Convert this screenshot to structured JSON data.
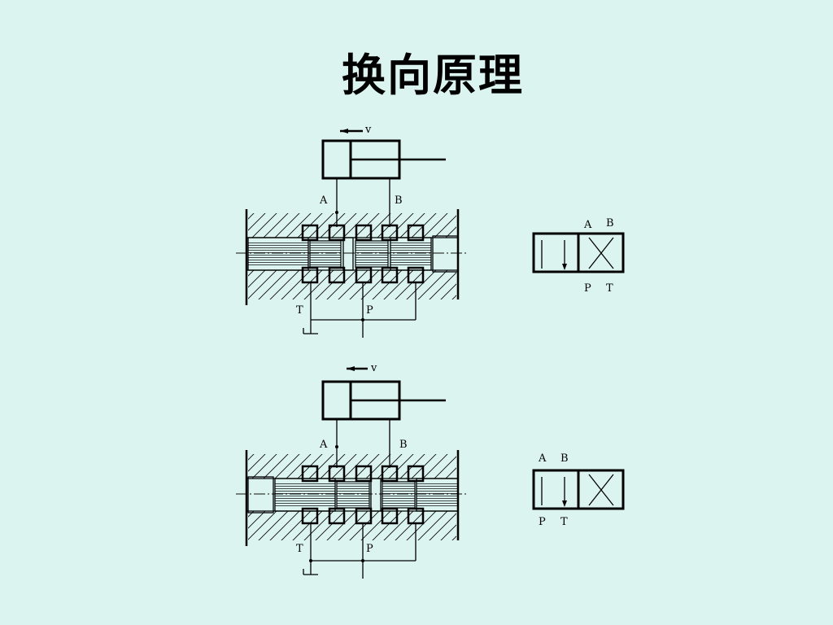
{
  "title": "换向原理",
  "top": {
    "velocity": "v",
    "port_a": "A",
    "port_b": "B",
    "port_t": "T",
    "port_p": "P",
    "symbol_a": "A",
    "symbol_b": "B",
    "symbol_p": "P",
    "symbol_t": "T"
  },
  "bottom": {
    "velocity": "v",
    "port_a": "A",
    "port_b": "B",
    "port_t": "T",
    "port_p": "P",
    "symbol_a": "A",
    "symbol_b": "B",
    "symbol_p": "P",
    "symbol_t": "T"
  }
}
